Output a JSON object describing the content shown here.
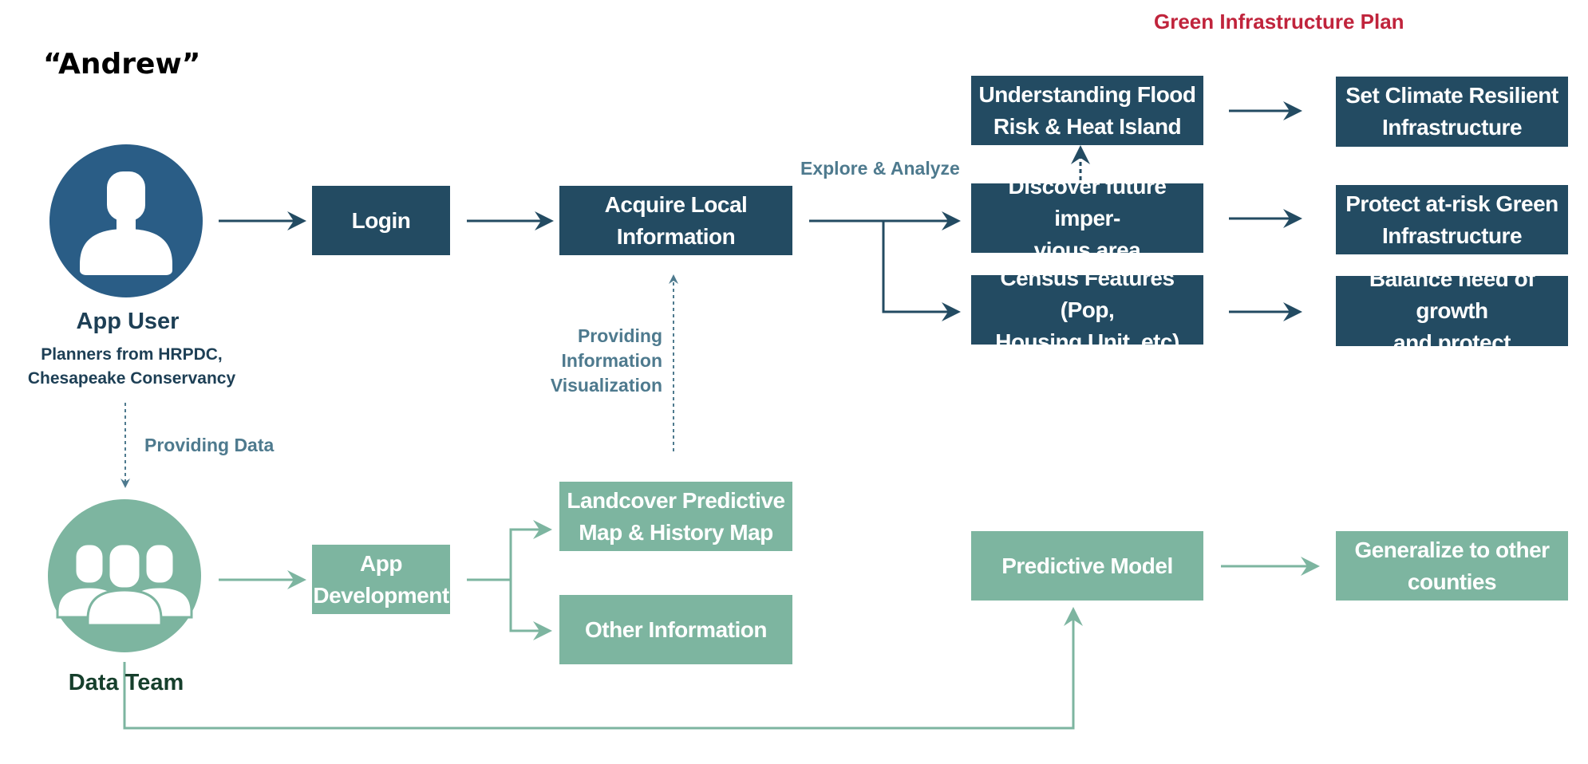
{
  "header": {
    "title": "Green Infrastructure Plan",
    "author": "“Andrew”"
  },
  "actors": {
    "app_user": {
      "name": "App User",
      "subtitle_line1": "Planners from HRPDC,",
      "subtitle_line2": "Chesapeake Conservancy",
      "icon": "single-user-icon"
    },
    "data_team": {
      "name": "Data Team",
      "icon": "group-users-icon"
    }
  },
  "top_flow": {
    "login": "Login",
    "acquire_line1": "Acquire Local",
    "acquire_line2": "Information",
    "explore_label": "Explore & Analyze",
    "flood_line1": "Understanding Flood",
    "flood_line2": "Risk & Heat Island",
    "discover_line1": "Discover future imper-",
    "discover_line2": "vious area",
    "census_line1": "Census Features (Pop,",
    "census_line2": "Housing Unit, etc)",
    "climate_line1": "Set Climate Resilient",
    "climate_line2": "Infrastructure",
    "protect_line1": "Protect  at-risk Green",
    "protect_line2": "Infrastructure",
    "balance_line1": "Balance need of growth",
    "balance_line2": "and protect"
  },
  "connectors": {
    "providing_data": "Providing Data",
    "providing_info_line1": "Providing",
    "providing_info_line2": "Information",
    "providing_info_line3": "Visualization"
  },
  "bottom_flow": {
    "app_dev_line1": "App",
    "app_dev_line2": "Development",
    "landcover_line1": "Landcover Predictive",
    "landcover_line2": "Map & History Map",
    "other_info": "Other Information",
    "predictive_model": "Predictive Model",
    "generalize_line1": "Generalize to other",
    "generalize_line2": "counties"
  },
  "colors": {
    "dark_box": "#234b62",
    "light_box": "#7db5a0",
    "title_red": "#c0243c",
    "user_circle": "#2a5d86",
    "label_blue": "#4e7a8e"
  }
}
